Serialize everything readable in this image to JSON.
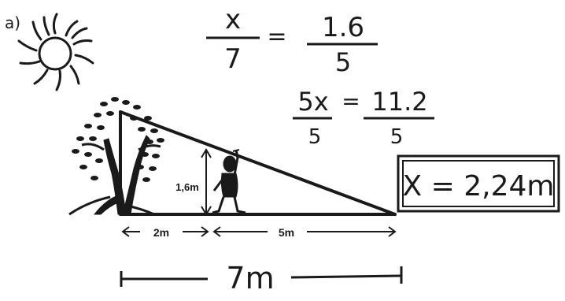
{
  "part_label": "a)",
  "equations": {
    "eq1": {
      "left_num": "x",
      "left_den": "7",
      "equals": "=",
      "right_num": "1.6",
      "right_den": "5"
    },
    "eq2": {
      "left_num": "5x",
      "left_den": "5",
      "equals": "=",
      "right_num": "11.2",
      "right_den": "5"
    },
    "answer": "X = 2,24m"
  },
  "diagram": {
    "person_height": "1,6m",
    "seg_person": "2m",
    "seg_shadow": "5m",
    "total": "7m"
  },
  "icons": {
    "sun": "sun-icon",
    "tree": "tree-icon",
    "person": "person-icon"
  },
  "colors": {
    "ink": "#1a1a1a",
    "background": "#ffffff"
  }
}
